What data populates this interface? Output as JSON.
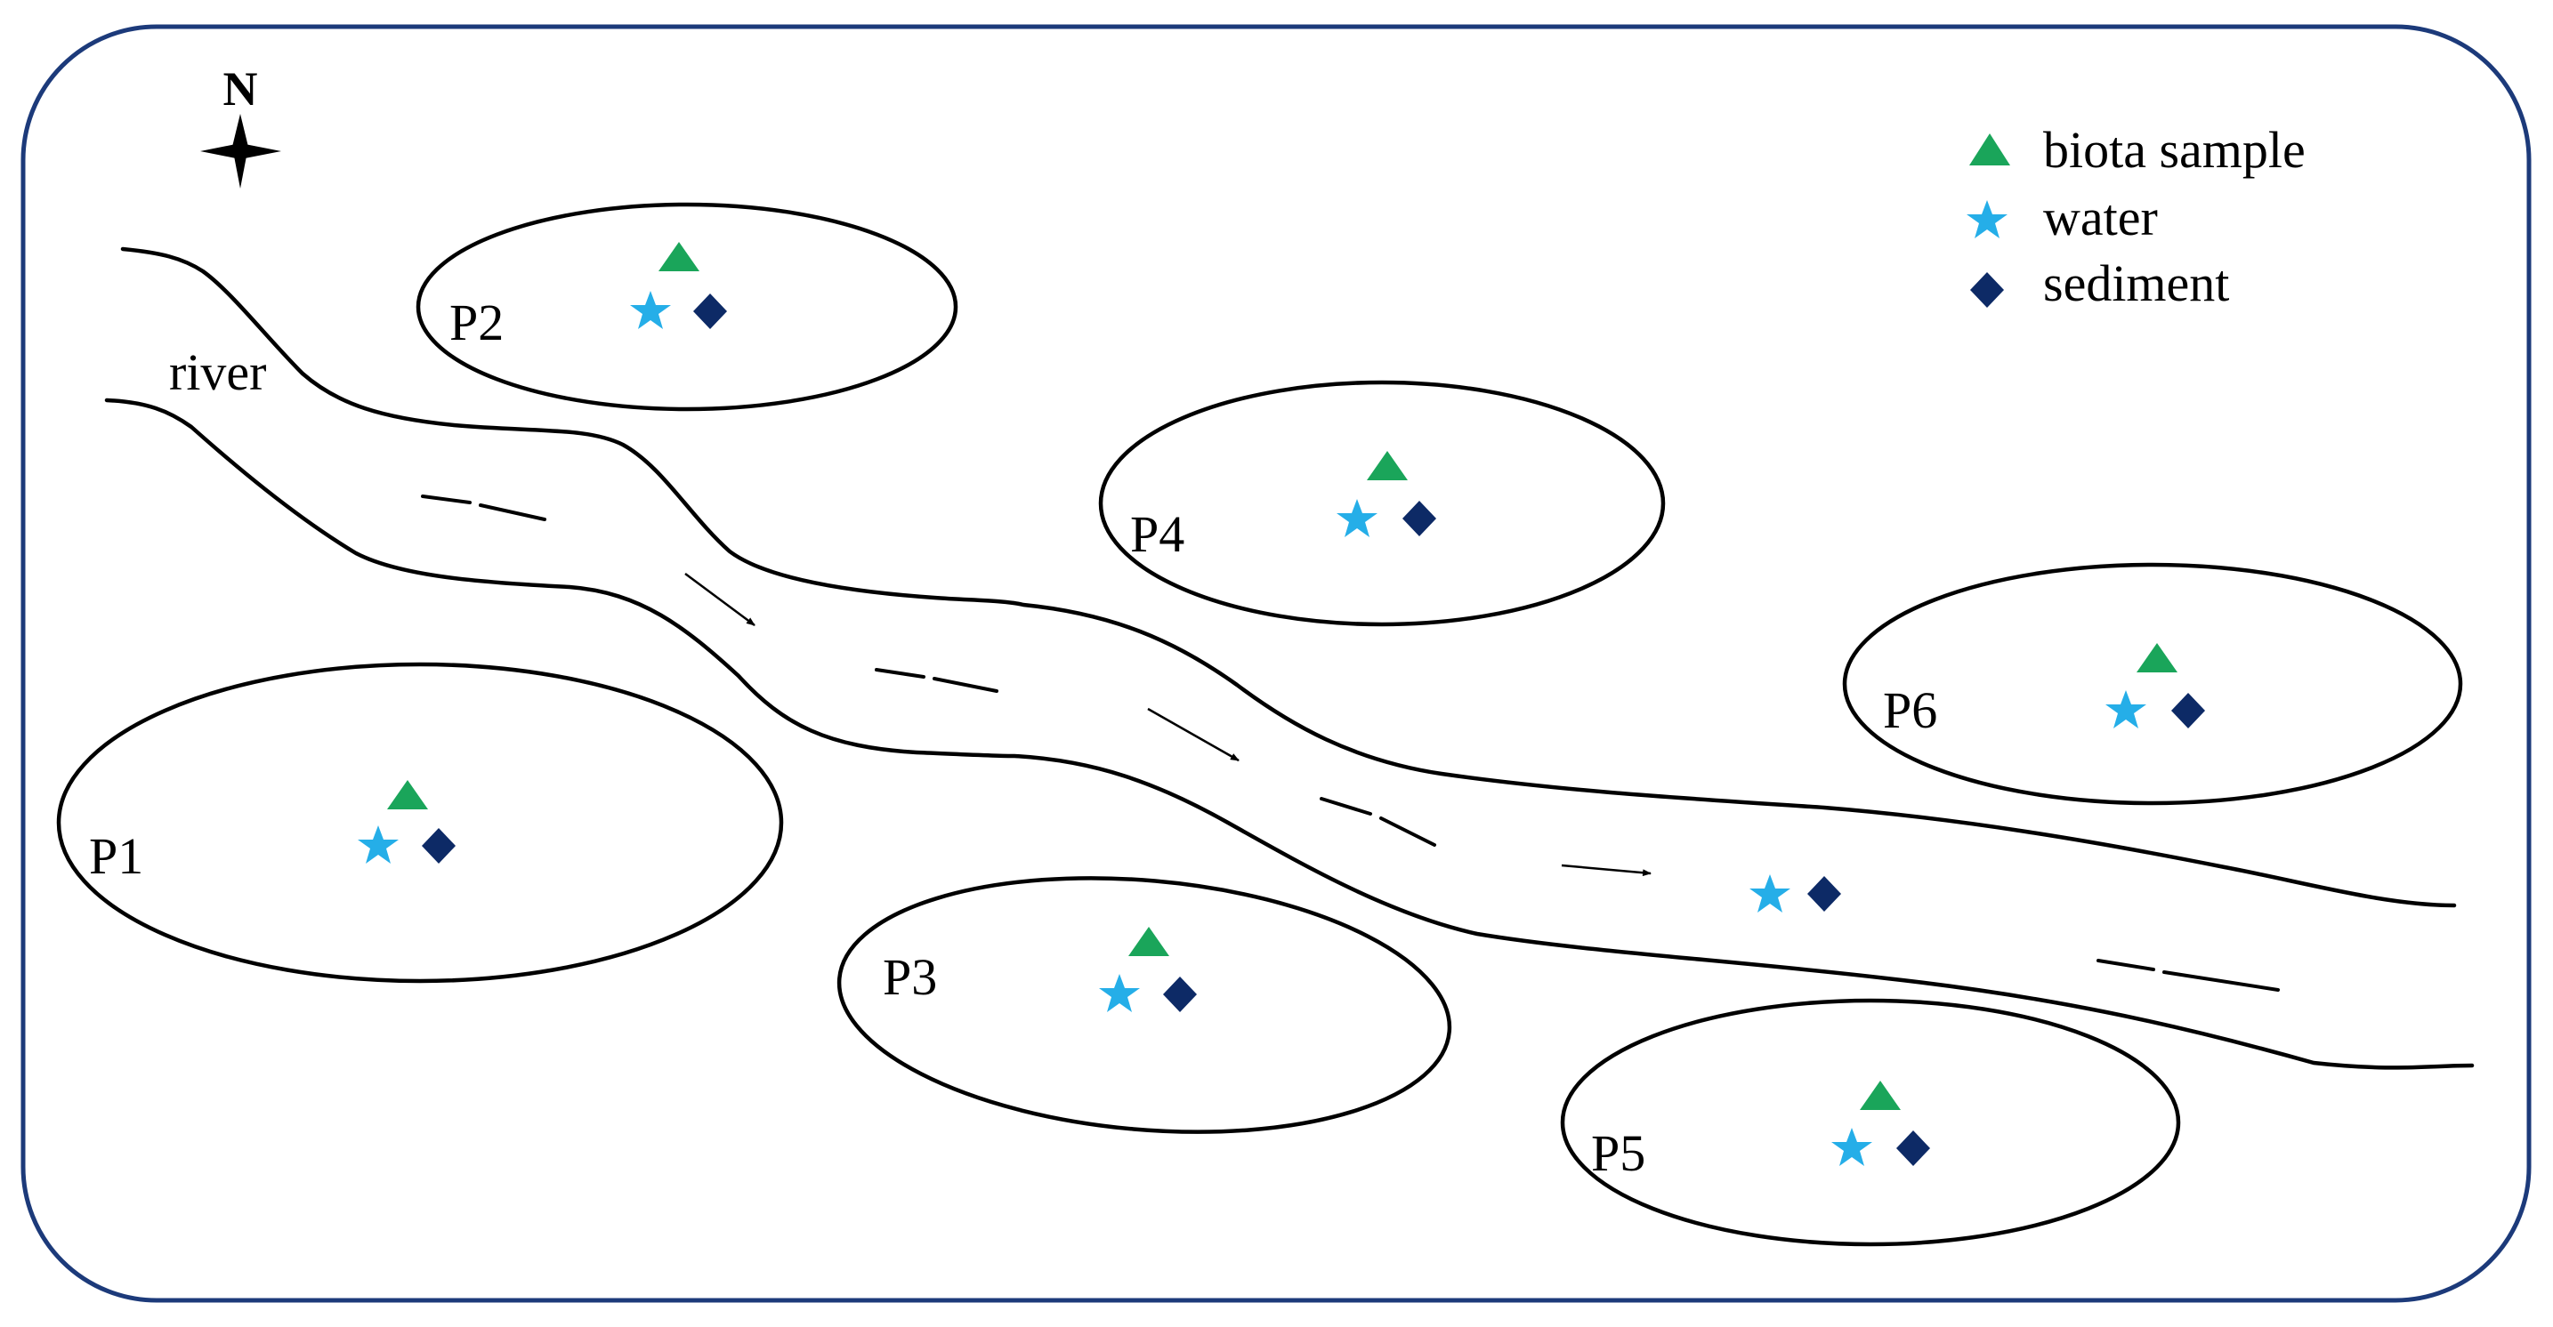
{
  "north_label": "N",
  "river_label": "river",
  "legend": {
    "items": [
      {
        "shape": "triangle",
        "label": "biota sample",
        "color": "#1aa55a"
      },
      {
        "shape": "star",
        "label": "water",
        "color": "#25aee8"
      },
      {
        "shape": "diamond",
        "label": "sediment",
        "color": "#0d2a66"
      }
    ]
  },
  "sites": [
    {
      "id": "P1",
      "label": "P1",
      "samples": [
        "biota sample",
        "water",
        "sediment"
      ]
    },
    {
      "id": "P2",
      "label": "P2",
      "samples": [
        "biota sample",
        "water",
        "sediment"
      ]
    },
    {
      "id": "P3",
      "label": "P3",
      "samples": [
        "biota sample",
        "water",
        "sediment"
      ]
    },
    {
      "id": "P4",
      "label": "P4",
      "samples": [
        "biota sample",
        "water",
        "sediment"
      ]
    },
    {
      "id": "P5",
      "label": "P5",
      "samples": [
        "biota sample",
        "water",
        "sediment"
      ]
    },
    {
      "id": "P6",
      "label": "P6",
      "samples": [
        "biota sample",
        "water",
        "sediment"
      ]
    }
  ],
  "river_samples": [
    "water",
    "sediment"
  ],
  "colors": {
    "frame": "#1c3a7a",
    "biota": "#1aa55a",
    "water": "#25aee8",
    "sediment": "#0d2a66"
  }
}
